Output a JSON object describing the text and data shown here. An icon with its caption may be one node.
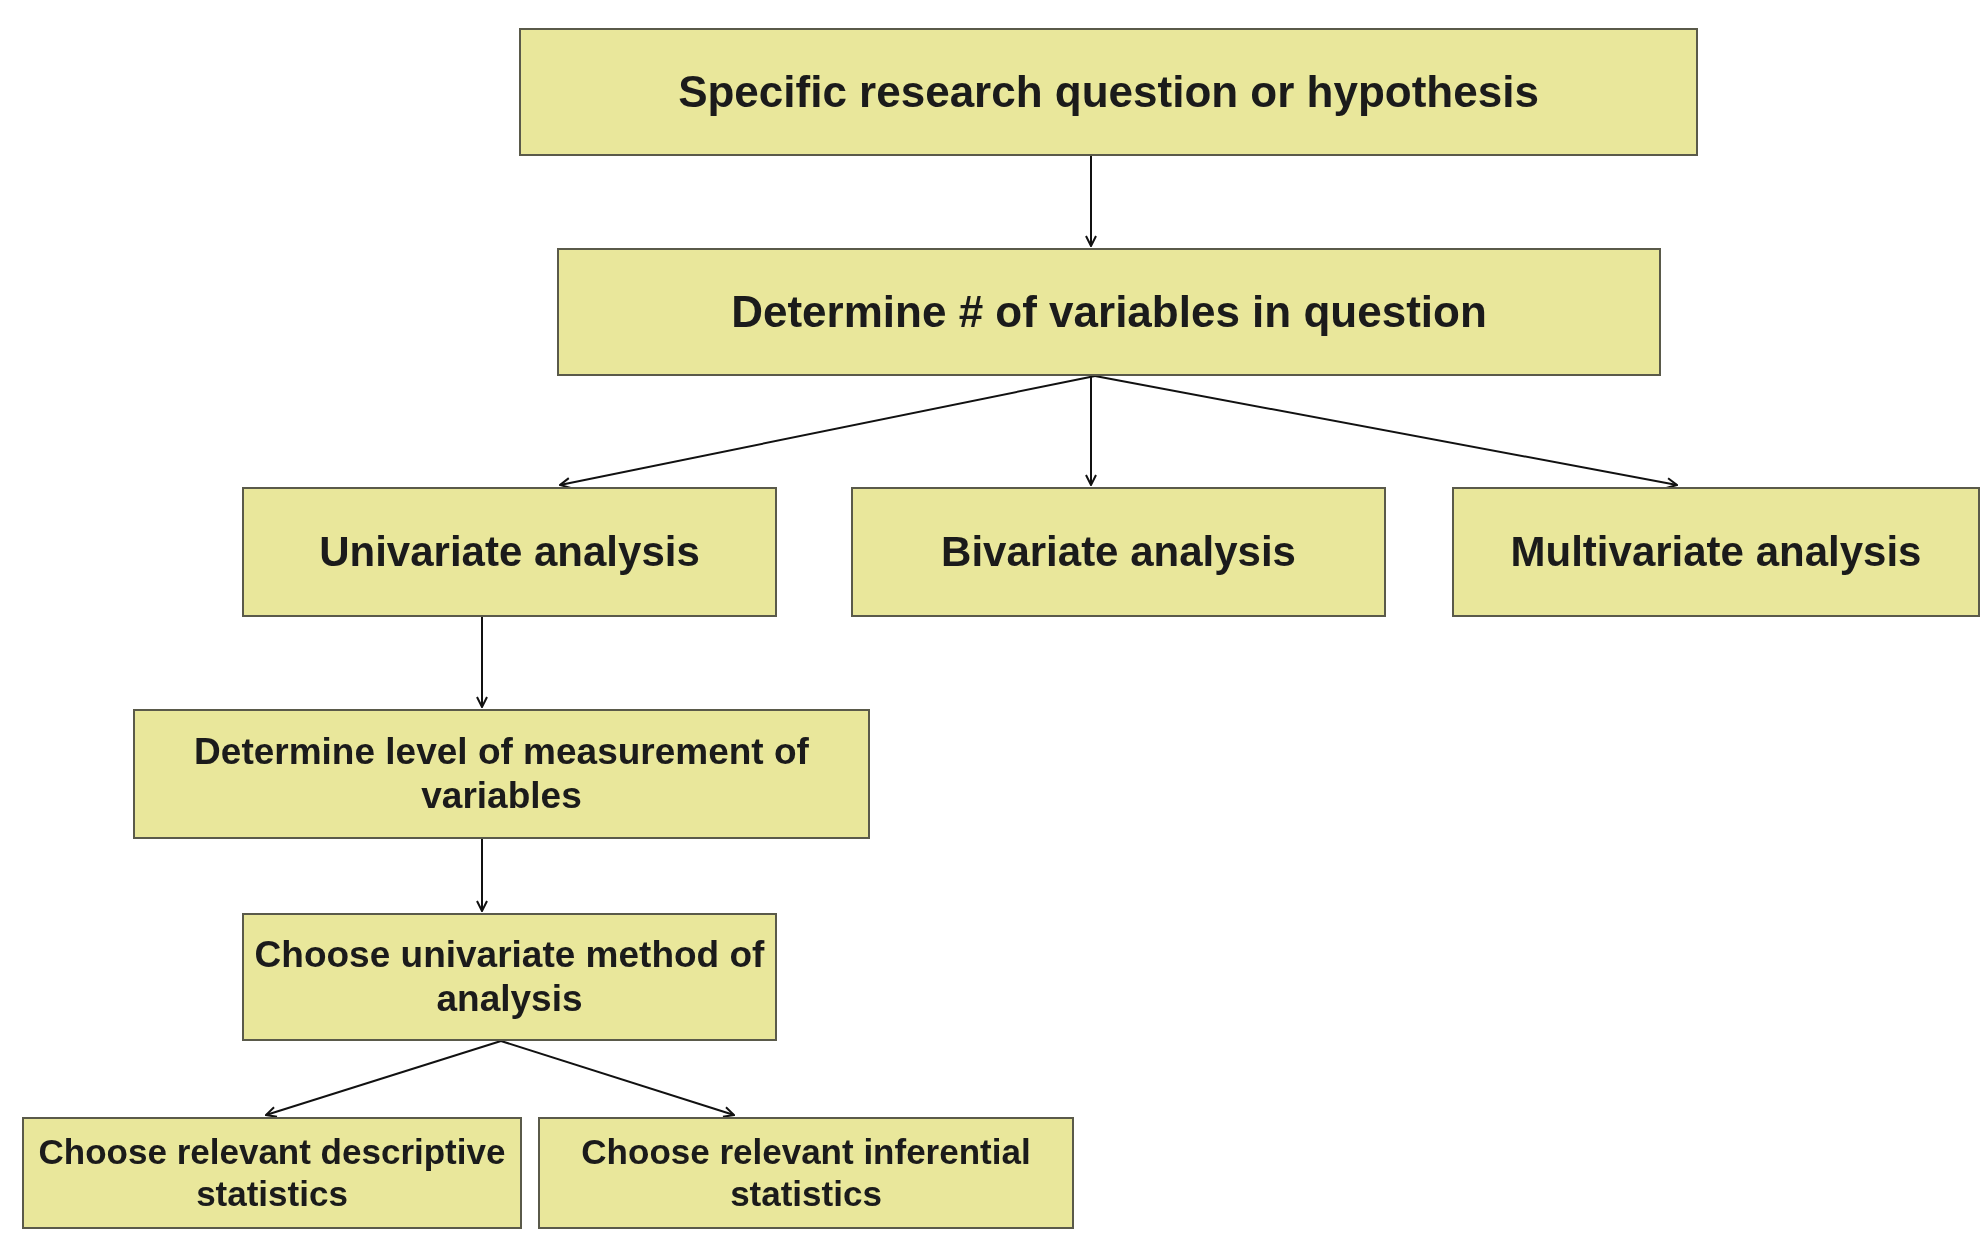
{
  "diagram": {
    "nodes": [
      {
        "text": [
          "Specific research question or hypothesis"
        ]
      },
      {
        "text": [
          "Determine # of variables in question"
        ]
      },
      {
        "text": [
          "Univariate analysis"
        ]
      },
      {
        "text": [
          "Bivariate analysis"
        ]
      },
      {
        "text": [
          "Multivariate analysis"
        ]
      },
      {
        "text": [
          "Determine level of measurement of variables"
        ]
      },
      {
        "text": [
          "Choose univariate method of analysis"
        ]
      },
      {
        "text": [
          "Choose relevant descriptive statistics"
        ]
      },
      {
        "text": [
          "Choose relevant inferential statistics"
        ]
      }
    ],
    "edges": [
      {
        "from": 0,
        "to": 1,
        "arrow": "to"
      },
      {
        "from": 1,
        "to": 2,
        "arrow": "to"
      },
      {
        "from": 1,
        "to": 3,
        "arrow": "to"
      },
      {
        "from": 1,
        "to": 4,
        "arrow": "to"
      },
      {
        "from": 2,
        "to": 5,
        "arrow": "to"
      },
      {
        "from": 5,
        "to": 6,
        "arrow": "to"
      },
      {
        "from": 6,
        "to": 7,
        "arrow": "to"
      },
      {
        "from": 6,
        "to": 8,
        "arrow": "to"
      }
    ]
  }
}
